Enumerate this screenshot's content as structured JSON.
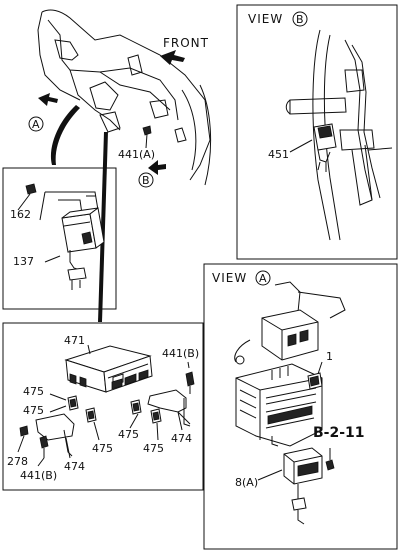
{
  "labels": {
    "front": "FRONT",
    "view_b_title": "VIEW",
    "view_b_letter": "B",
    "view_a_title": "VIEW",
    "view_a_letter": "A",
    "callout_a": "A",
    "callout_b": "B",
    "ref_code": "B-2-11"
  },
  "parts": {
    "p441a_top": "441(A)",
    "p451": "451",
    "p162": "162",
    "p137": "137",
    "p471": "471",
    "p441b_right": "441(B)",
    "p475_left1": "475",
    "p475_left2": "475",
    "p475_mid": "475",
    "p475_right": "475",
    "p475_bot": "475",
    "p474_right": "474",
    "p474_bot": "474",
    "p278": "278",
    "p441b_bot": "441(B)",
    "p1": "1",
    "p8a": "8(A)"
  }
}
